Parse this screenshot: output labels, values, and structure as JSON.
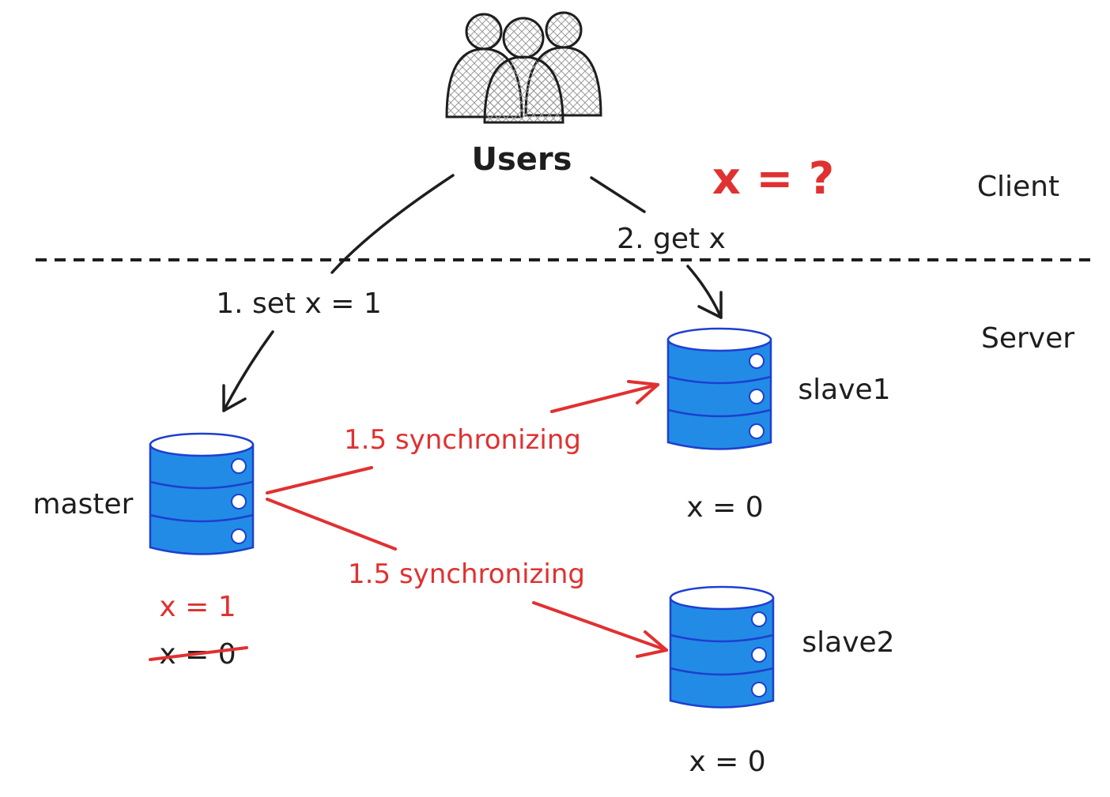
{
  "users": {
    "label": "Users"
  },
  "question": {
    "label": "x = ?",
    "color": "#e03131"
  },
  "zones": {
    "client": "Client",
    "server": "Server"
  },
  "requests": {
    "set": "1. set x = 1",
    "get": "2. get x"
  },
  "sync": {
    "label_top": "1.5 synchronizing",
    "label_bottom": "1.5 synchronizing"
  },
  "nodes": {
    "master": {
      "name": "master",
      "value_new": "x = 1",
      "value_old": "x = 0"
    },
    "slave1": {
      "name": "slave1",
      "value": "x = 0"
    },
    "slave2": {
      "name": "slave2",
      "value": "x = 0"
    }
  },
  "colors": {
    "db_fill": "#228be6",
    "db_stroke": "#1e3fd0",
    "accent_red": "#e03131",
    "ink": "#1e1e1e"
  }
}
